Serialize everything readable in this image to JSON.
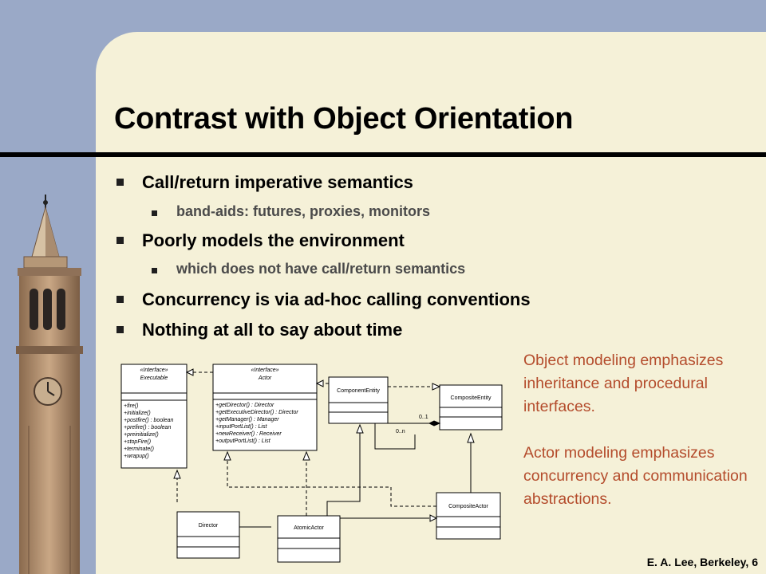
{
  "slide": {
    "title": "Contrast with Object Orientation",
    "bullets": [
      {
        "text": "Call/return imperative semantics",
        "sub": [
          "band-aids: futures, proxies, monitors"
        ]
      },
      {
        "text": "Poorly models the environment",
        "sub": [
          "which does not have call/return semantics"
        ]
      },
      {
        "text": "Concurrency is via ad-hoc calling conventions",
        "sub": []
      },
      {
        "text": "Nothing at all to say about time",
        "sub": []
      }
    ],
    "notes": [
      "Object modeling emphasizes inheritance and procedural interfaces.",
      "Actor modeling emphasizes concurrency and communication abstractions."
    ],
    "footer": "E. A. Lee, Berkeley, 6"
  },
  "uml": {
    "executable": {
      "stereotype": "«Interface»",
      "name": "Executable",
      "ops": [
        "+fire()",
        "+initialize()",
        "+postfire() : boolean",
        "+prefire() : boolean",
        "+preinitialize()",
        "+stopFire()",
        "+terminate()",
        "+wrapup()"
      ]
    },
    "actor": {
      "stereotype": "«Interface»",
      "name": "Actor",
      "ops": [
        "+getDirector() : Director",
        "+getExecutiveDirector() : Director",
        "+getManager() : Manager",
        "+inputPortList() : List",
        "+newReceiver() : Receiver",
        "+outputPortList() : List"
      ]
    },
    "component_entity": {
      "name": "ComponentEntity"
    },
    "composite_entity": {
      "name": "CompositeEntity"
    },
    "director": {
      "name": "Director"
    },
    "atomic_actor": {
      "name": "AtomicActor"
    },
    "composite_actor": {
      "name": "CompositeActor"
    },
    "multiplicity": {
      "many": "0..n",
      "one": "0..1"
    }
  },
  "colors": {
    "background": "#9aa9c7",
    "panel": "#f5f1d8",
    "notes": "#b44c2c",
    "sub_bullets": "#4a4a4a"
  }
}
